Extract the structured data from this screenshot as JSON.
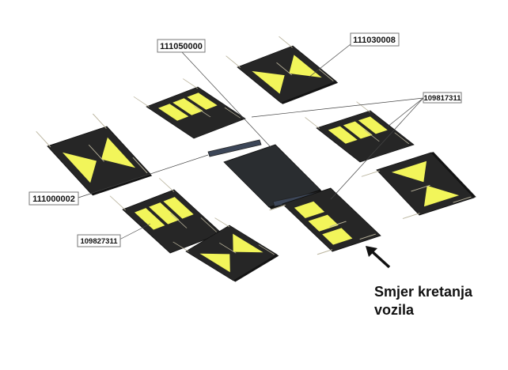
{
  "labels": {
    "center_plate": "111050000",
    "triangle_tile": "111030008",
    "rect_tile_upper": "109817311",
    "strip": "111000002",
    "rect_tile_lower": "109827311"
  },
  "direction": {
    "line1": "Smjer kretanja",
    "line2": "vozila"
  },
  "colors": {
    "tile": "#262626",
    "reflector": "#f2f55a"
  }
}
